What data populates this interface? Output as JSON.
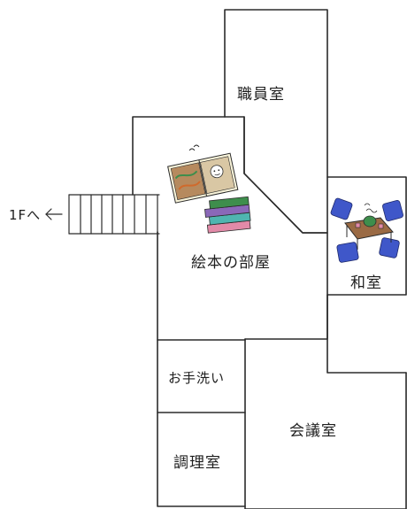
{
  "rooms": {
    "staff_room": "職員室",
    "picture_book_room": "絵本の部屋",
    "japanese_room": "和室",
    "washroom": "お手洗い",
    "meeting_room": "会議室",
    "cooking_room": "調理室"
  },
  "stairs": {
    "label": "1Fへ"
  },
  "icons": [
    "picture-books-icon",
    "low-table-with-tea-icon",
    "cushion-icon",
    "arrow-left-icon"
  ],
  "colors": {
    "wall": "#2b2b2b",
    "cushion": "#3f57c9",
    "table": "#9a6a44",
    "book_pink": "#e28aa8",
    "book_teal": "#4fb5b0",
    "book_purple": "#8a68b8",
    "book_green": "#3e8e4c"
  }
}
